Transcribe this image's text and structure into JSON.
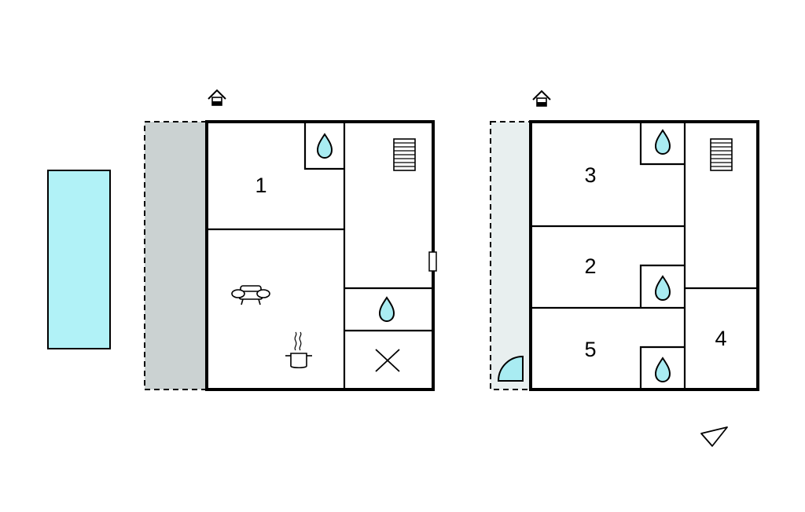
{
  "floor_plan": {
    "colors": {
      "pool": "#b1f2f7",
      "terrace": "#cbd2d2",
      "balcony": "#e8efef",
      "water": "#a9ecf2",
      "wall": "#000000"
    },
    "icons": [
      "entrance-icon",
      "water-drop-icon",
      "stairs-icon",
      "sofa-icon",
      "cooking-pot-icon",
      "x-mark-icon",
      "door-icon",
      "north-arrow-icon"
    ],
    "ground_floor": {
      "rooms": [
        {
          "label": "1"
        }
      ]
    },
    "upper_floor": {
      "rooms": [
        {
          "label": "3"
        },
        {
          "label": "2"
        },
        {
          "label": "5"
        },
        {
          "label": "4"
        }
      ]
    }
  }
}
